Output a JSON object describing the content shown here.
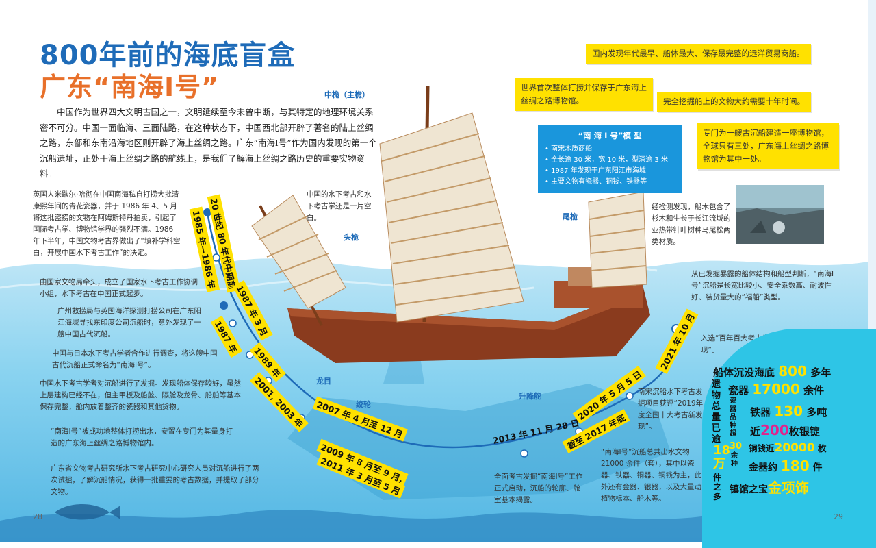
{
  "title": "800年前的海底盲盒",
  "subtitle": "广东“南海I号”",
  "intro": "中国作为世界四大文明古国之一，文明延续至今未曾中断，与其特定的地理环境关系密不可分。中国一面临海、三面陆路，在这种状态下，中国西北部开辟了著名的陆上丝绸之路，东部和东南沿海地区则开辟了海上丝绸之路。广东“南海I号”作为国内发现的第一个沉船遗址，正处于海上丝绸之路的航线上，是我们了解海上丝绸之路历史的重要实物资料。",
  "left_notes": [
    "英国人米歇尔·哈彻在中国南海私自打捞大批清康熙年间的青花瓷器，并于 1986 年 4、5 月将这批盗捞的文物在阿姆斯特丹拍卖，引起了国际考古学、博物馆学界的强烈不满。1986 年下半年，中国文物考古界做出了“填补学科空白，开展中国水下考古工作”的决定。",
    "由国家文物局牵头，成立了国家水下考古工作协调小组，水下考古在中国正式起步。",
    "广州救捞局与英国海洋探测打捞公司在广东阳江海域寻找东印度公司沉船时，意外发现了一艘中国古代沉船。",
    "中国与日本水下考古学者合作进行调查，将这艘中国古代沉船正式命名为“南海Ⅰ号”。",
    "中国水下考古学者对沉船进行了发掘。发现船体保存较好，虽然上层建构已经不在，但主甲板及船舷、隔舱及龙骨、船舶等基本保存完整，舱内放着整齐的瓷器和其他货物。",
    "“南海Ⅰ号”被成功地整体打捞出水，安置在专门为其量身打造的广东海上丝绸之路博物馆内。",
    "广东省文物考古研究所水下考古研究中心研究人员对沉船进行了两次试掘，了解沉船情况，获得一批重要的考古数据，并提取了部分文物。"
  ],
  "timeline": [
    "20 世纪 80 年代中期前",
    "1985 年—1986 年",
    "1987 年 3 月",
    "1987 年",
    "1989 年",
    "2001, 2003 年",
    "2007 年 4 月至 12 月",
    "2009 年 8 月至 9 月,",
    "2011 年 3 月至 5 月",
    "2013 年 11 月 28 日",
    "截至 2017 年底",
    "2020 年 5 月 5 日",
    "2021 年 10 月"
  ],
  "underwater_note": "中国的水下考古和水下考古学还是一片空白。",
  "parts": {
    "main_mast": "中桅（主桅）",
    "bow_mast": "头桅",
    "stern_mast": "尾桅",
    "keel": "龙目",
    "rudder": "绞轮",
    "lift_rudder": "升降舵"
  },
  "top_boxes": [
    "国内发现年代最早、船体最大、保存最完整的远洋贸易商船。",
    "世界首次整体打捞并保存于广东海上丝绸之路博物馆。",
    "完全挖掘船上的文物大约需要十年时间。",
    "专门为一艘古沉船建造一座博物馆，全球只有三处，广东海上丝绸之路博物馆为其中一处。"
  ],
  "model": {
    "title": "“南 海 Ⅰ 号”模 型",
    "lines": [
      "• 南宋木质商船",
      "• 全长逾 30 米，宽 10 米，型深逾 3 米",
      "• 1987 年发现于广东阳江市海域",
      "• 主要文物有瓷器、铜钱、铁器等"
    ]
  },
  "right_notes": [
    "经检测发现，船木包含了杉木和生长于长江流域的亚热带针叶树种马尾松两类材质。",
    "从已发掘暴露的船体结构和船型判断，“南海Ⅰ号”沉船是长宽比较小、安全系数高、耐波性好、装货量大的“福船”类型。",
    "入选“百年百大考古发现”。",
    "南宋沉船水下考古发掘项目获评“2019年度全国十大考古新发现”。",
    "“南海Ⅰ号”沉船总共出水文物 21000 余件（套），其中以瓷器、铁器、铜器、铜钱为主，此外还有金器、银器，以及大量动植物标本、船木等。",
    "全面考古发掘“南海Ⅰ号”工作正式启动，沉船的轮廓、舱室基本揭露。"
  ],
  "stats": {
    "sunk_label": "船体沉没海底",
    "sunk_num": "800",
    "sunk_unit": "多年",
    "relics_label": "遗物总量已逾",
    "relics_num": "18万",
    "relics_unit": "件之多",
    "porcelain_label": "瓷器",
    "porcelain_num": "17000",
    "porcelain_unit": "余件",
    "porcelain_kinds_label": "瓷器品种超",
    "porcelain_kinds_num": "30",
    "porcelain_kinds_unit": "余种",
    "iron_label": "铁器",
    "iron_num": "130",
    "iron_unit": "多吨",
    "silver_label": "近",
    "silver_num": "200",
    "silver_unit": "枚银锭",
    "coins_label": "铜钱近",
    "coins_num": "20000",
    "coins_unit": "枚",
    "gold_label": "金器约",
    "gold_num": "180",
    "gold_unit": "件",
    "treasure_label": "镇馆之宝",
    "treasure_value": "金项饰"
  },
  "page_left": "28",
  "page_right": "29",
  "colors": {
    "blue": "#1e6bb8",
    "orange": "#e8702a",
    "yellow": "#ffe100",
    "sea": "#5fc1e6",
    "magenta": "#e0238c"
  }
}
